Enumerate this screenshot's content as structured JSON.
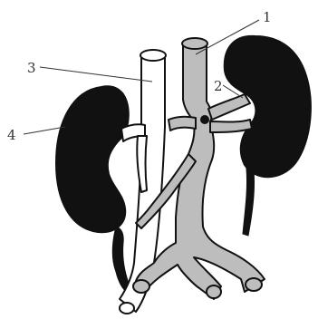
{
  "diagram": {
    "labels": [
      {
        "id": "1",
        "text": "1"
      },
      {
        "id": "2",
        "text": "2"
      },
      {
        "id": "3",
        "text": "3"
      },
      {
        "id": "4",
        "text": "4"
      }
    ],
    "colors": {
      "kidney": "#111111",
      "aorta_fill": "#bdbdbd",
      "vein_fill": "#ffffff",
      "outline": "#111111",
      "label_text": "#333333"
    }
  }
}
